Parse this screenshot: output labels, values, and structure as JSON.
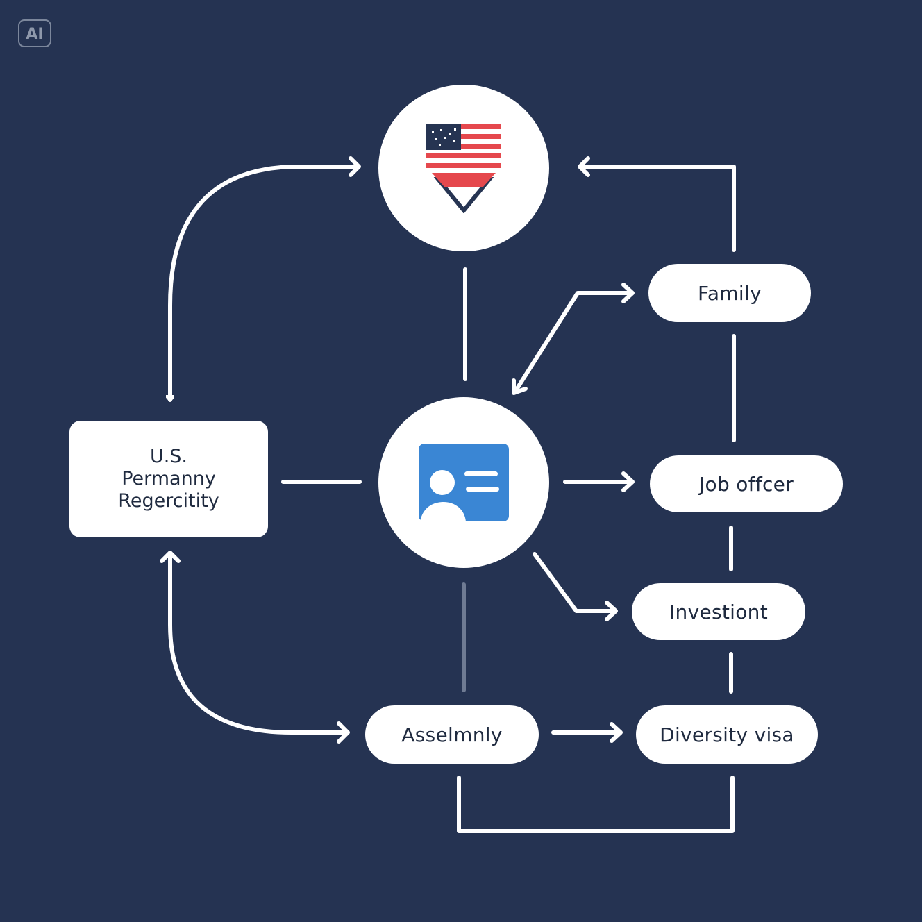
{
  "badge": {
    "label": "AI"
  },
  "nodes": {
    "us_flag": {
      "icon": "us-flag-shield-icon"
    },
    "green_card": {
      "icon": "id-card-icon"
    },
    "permanent_residency": {
      "lines": [
        "U.S.",
        "Permanny",
        "Regercitity"
      ]
    },
    "family": {
      "label": "Family"
    },
    "job_offer": {
      "label": "Job offcer"
    },
    "investment": {
      "label": "Investiont"
    },
    "asylum": {
      "label": "Asselmnly"
    },
    "diversity_visa": {
      "label": "Diversity visa"
    }
  },
  "colors": {
    "background": "#253352",
    "node": "#ffffff",
    "text": "#1f2a3f",
    "flag_red": "#e5484d",
    "flag_blue": "#263452",
    "card_blue": "#3a86d4",
    "muted_line": "#6f7b93"
  }
}
